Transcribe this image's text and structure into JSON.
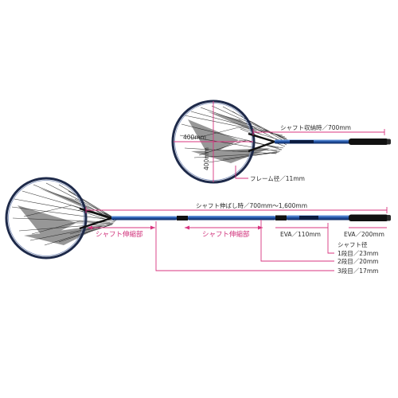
{
  "labels": {
    "stowed_length": "シャフト収納時／700mm",
    "frame_width": "400mm",
    "frame_height": "400mm",
    "frame_diameter": "フレーム径／11mm",
    "extended_length": "シャフト伸ばし時／700mm〜1,600mm",
    "telescopic_a": "シャフト伸縮部",
    "telescopic_b": "シャフト伸縮部",
    "eva_110": "EVA／110mm",
    "eva_200": "EVA／200mm",
    "shaft_diameter": "シャフト径",
    "stage1": "1段目／23mm",
    "stage2": "2段目／20mm",
    "stage3": "3段目／17mm"
  },
  "colors": {
    "dimension": "#d8347f",
    "hoop": "#1e2a4a",
    "mesh": "#1a1a1a",
    "grip": "#111111",
    "shaft_blue": "#2c5aa8"
  }
}
